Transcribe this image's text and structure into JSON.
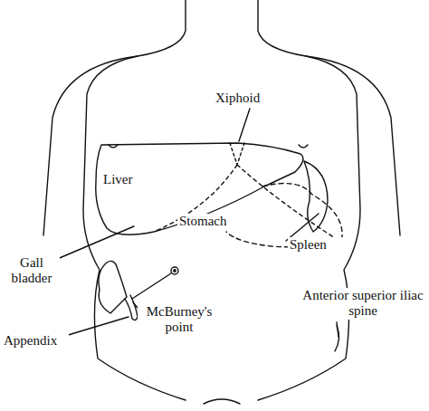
{
  "diagram": {
    "labels": [
      "Xiphoid",
      "Liver",
      "Stomach",
      "Spleen",
      "Gall bladder",
      "McBurney's point",
      "Anterior superior iliac spine",
      "Appendix"
    ]
  }
}
